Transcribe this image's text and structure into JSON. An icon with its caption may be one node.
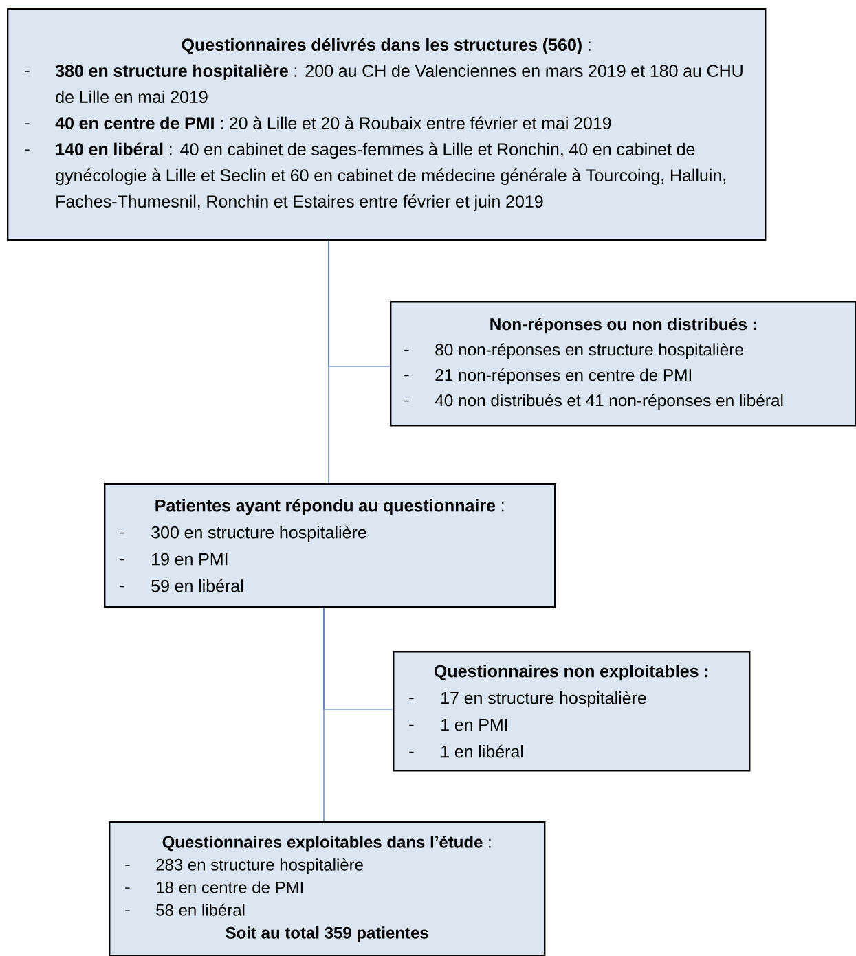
{
  "diagram": {
    "nodes": [
      {
        "text": [
          "**Questionnaires délivrés dans les structures (560)** :",
          "**380 en structure hospitalière** : 200 au CH de Valenciennes en mars 2019 et 180 au CHU de Lille en mai 2019",
          "**40 en centre de PMI** : 20 à Lille et 20 à Roubaix entre février et mai 2019",
          "**140 en libéral** : 40 en cabinet de sages-femmes à Lille et Ronchin, 40 en cabinet de gynécologie à Lille et Seclin et 60 en cabinet de médecine générale à Tourcoing, Halluin, Faches-Thumesnil, Ronchin et Estaires entre février et juin 2019"
        ]
      },
      {
        "text": [
          "Non-réponses ou non distribués :",
          "80 non-réponses en structure hospitalière",
          "21 non-réponses en centre de PMI",
          "40 non distribués et 41 non-réponses en libéral"
        ]
      },
      {
        "text": [
          "**Patientes ayant répondu au questionnaire** :",
          "300 en structure hospitalière",
          "19 en PMI",
          "59 en libéral"
        ]
      },
      {
        "text": [
          "Questionnaires non exploitables :",
          "17 en structure hospitalière",
          "1 en PMI",
          "1 en libéral"
        ]
      },
      {
        "text": [
          "**Questionnaires exploitables dans l’étude** :",
          "283 en structure hospitalière",
          "18 en centre de PMI",
          "58 en libéral",
          "Soit au total 359 patientes"
        ]
      }
    ],
    "edges": [
      {
        "from": 0,
        "to": 2,
        "arrow": "none"
      },
      {
        "from": 0,
        "to": 1,
        "arrow": "none"
      },
      {
        "from": 2,
        "to": 4,
        "arrow": "none"
      },
      {
        "from": 2,
        "to": 3,
        "arrow": "none"
      }
    ]
  }
}
